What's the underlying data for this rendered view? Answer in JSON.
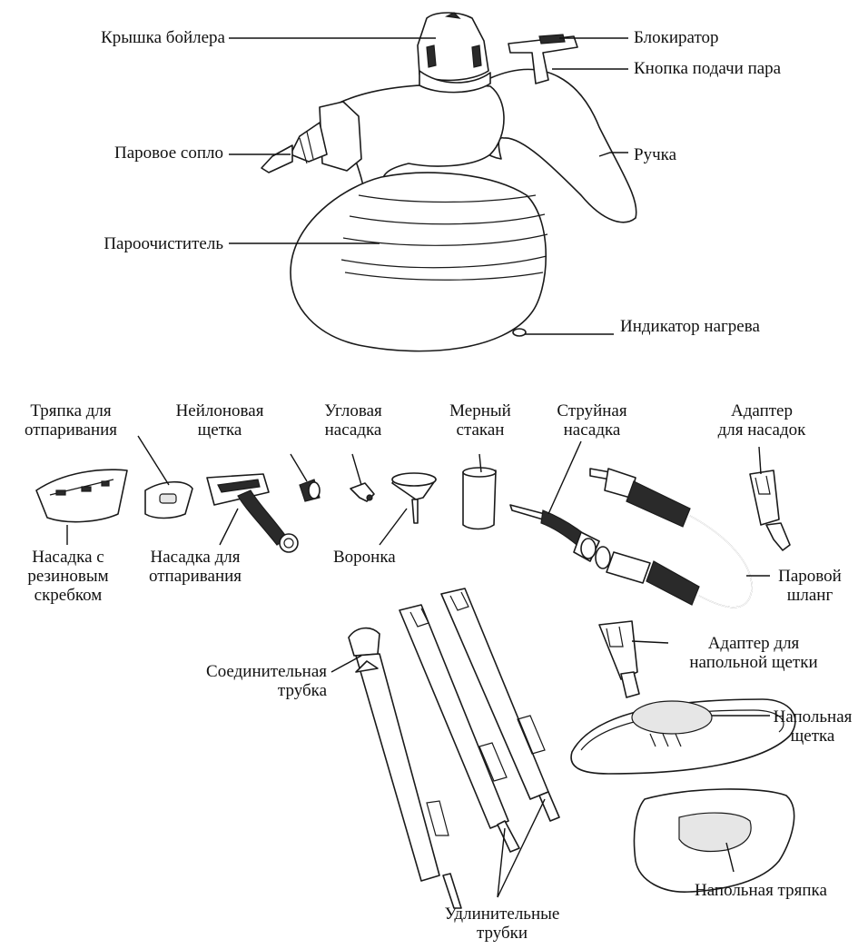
{
  "labels": {
    "boiler_cap": "Крышка бойлера",
    "lock": "Блокиратор",
    "steam_button": "Кнопка подачи пара",
    "steam_nozzle": "Паровое сопло",
    "handle": "Ручка",
    "steam_cleaner": "Пароочиститель",
    "heat_indicator": "Индикатор нагрева",
    "steam_cloth_l1": "Тряпка для",
    "steam_cloth_l2": "отпаривания",
    "nylon_brush_l1": "Нейлоновая",
    "nylon_brush_l2": "щетка",
    "angle_nozzle_l1": "Угловая",
    "angle_nozzle_l2": "насадка",
    "measuring_cup_l1": "Мерный",
    "measuring_cup_l2": "стакан",
    "jet_nozzle_l1": "Струйная",
    "jet_nozzle_l2": "насадка",
    "nozzle_adapter_l1": "Адаптер",
    "nozzle_adapter_l2": "для насадок",
    "scraper_l1": "Насадка с",
    "scraper_l2": "резиновым",
    "scraper_l3": "скребком",
    "steam_attach_l1": "Насадка для",
    "steam_attach_l2": "отпаривания",
    "funnel": "Воронка",
    "steam_hose_l1": "Паровой",
    "steam_hose_l2": "шланг",
    "floor_adapter_l1": "Адаптер для",
    "floor_adapter_l2": "напольной щетки",
    "connector_l1": "Соединительная",
    "connector_l2": "трубка",
    "floor_brush_l1": "Напольная",
    "floor_brush_l2": "щетка",
    "floor_cloth": "Напольная тряпка",
    "ext_tubes_l1": "Удлинительные",
    "ext_tubes_l2": "трубки"
  }
}
